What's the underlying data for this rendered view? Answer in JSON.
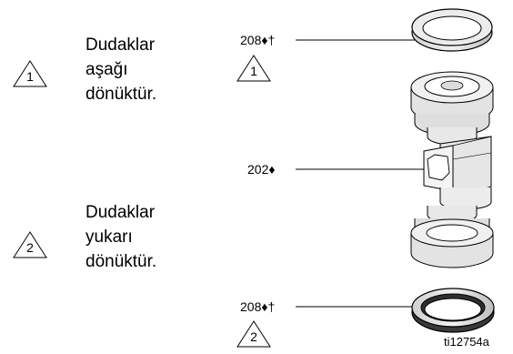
{
  "notes": [
    {
      "number": "1",
      "lines": [
        "Dudaklar",
        "aşağı",
        "dönüktür."
      ]
    },
    {
      "number": "2",
      "lines": [
        "Dudaklar",
        "yukarı",
        "dönüktür."
      ]
    }
  ],
  "callouts": {
    "top_part": "208♦†",
    "top_note": "1",
    "mid_part": "202♦",
    "bottom_part": "208♦†",
    "bottom_note": "2"
  },
  "figure_id": "ti12754a"
}
